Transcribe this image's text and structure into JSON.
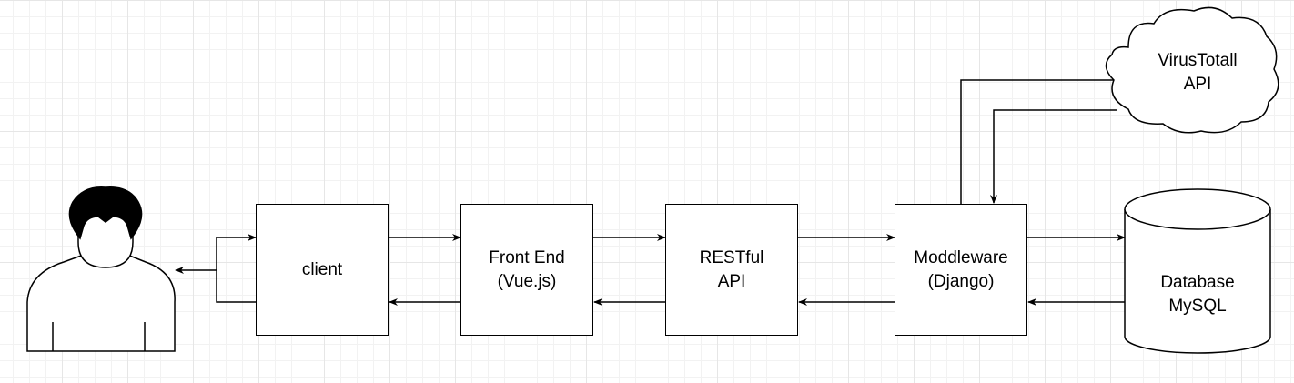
{
  "nodes": {
    "client": {
      "lines": [
        "client"
      ]
    },
    "frontend": {
      "lines": [
        "Front End",
        "(Vue.js)"
      ]
    },
    "restapi": {
      "lines": [
        "RESTful",
        "API"
      ]
    },
    "middleware": {
      "lines": [
        "Moddleware",
        "(Django)"
      ]
    },
    "database": {
      "lines": [
        "Database",
        "MySQL"
      ]
    },
    "virustotal": {
      "lines": [
        "VirusTotall",
        "API"
      ]
    }
  },
  "colors": {
    "stroke": "#000000",
    "fill": "#ffffff"
  }
}
